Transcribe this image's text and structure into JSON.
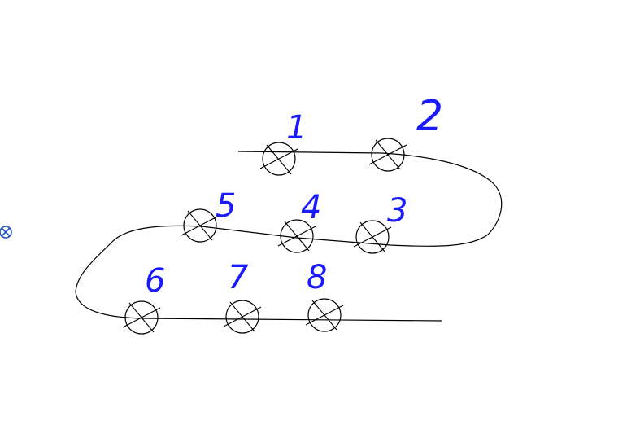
{
  "diagram": {
    "lamps": [
      {
        "id": "1",
        "label": "1"
      },
      {
        "id": "2",
        "label": "2"
      },
      {
        "id": "3",
        "label": "3"
      },
      {
        "id": "4",
        "label": "4"
      },
      {
        "id": "5",
        "label": "5"
      },
      {
        "id": "6",
        "label": "6"
      },
      {
        "id": "7",
        "label": "7"
      },
      {
        "id": "8",
        "label": "8"
      }
    ],
    "colors": {
      "wire": "#000000",
      "labels": "#1a1aff",
      "snap_marker": "#1f4fbf"
    },
    "icons": {
      "left_marker": "crossed-circle-icon",
      "lamp_symbol": "crossed-circle-lamp-icon"
    }
  }
}
